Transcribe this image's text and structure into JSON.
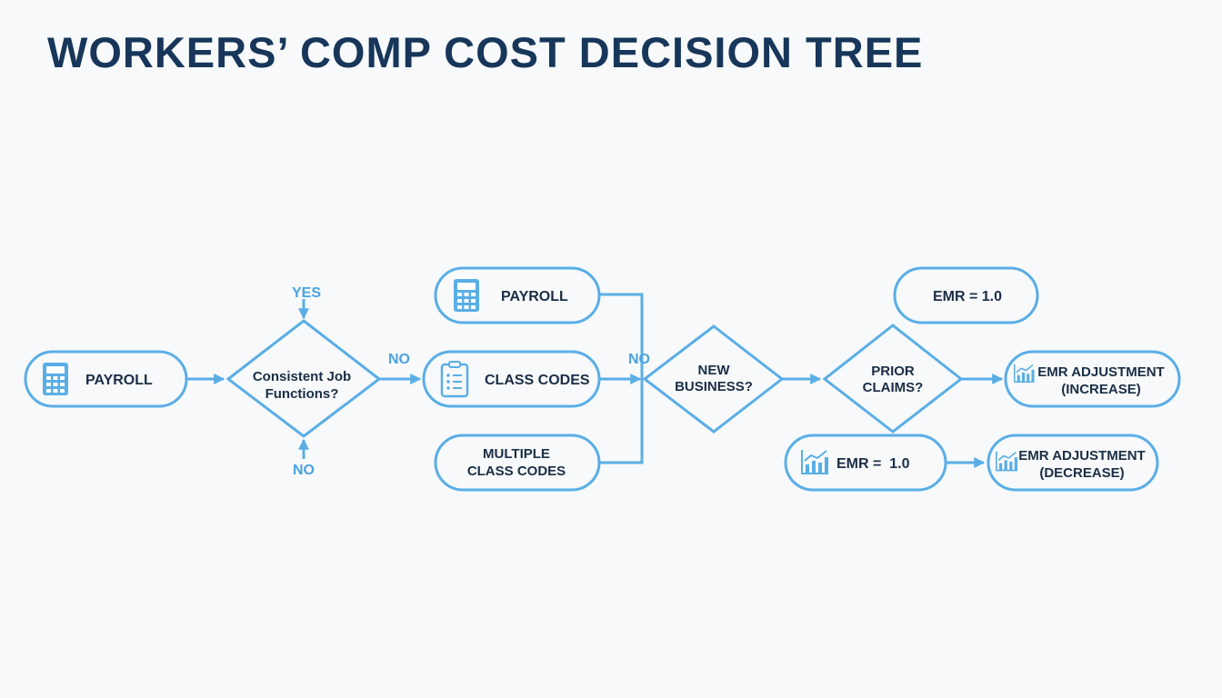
{
  "title": "WORKERS’ COMP COST DECISION TREE",
  "colors": {
    "line": "#5aaee6",
    "title": "#17365a",
    "text": "#1b2e45",
    "label": "#4aa3e0"
  },
  "nodes": {
    "payroll_start": {
      "label": "PAYROLL",
      "icon": "calculator-icon"
    },
    "consistent_job": {
      "line1": "Consistent Job",
      "line2": "Functions?"
    },
    "payroll_top": {
      "label": "PAYROLL",
      "icon": "calculator-icon"
    },
    "class_codes": {
      "label": "CLASS CODES",
      "icon": "clipboard-list-icon"
    },
    "multiple_class_codes": {
      "line1": "MULTIPLE",
      "line2": "CLASS CODES"
    },
    "new_business": {
      "line1": "NEW",
      "line2": "BUSINESS?"
    },
    "emr_top": {
      "label": "EMR = 1.0"
    },
    "prior_claims": {
      "line1": "PRIOR",
      "line2": "CLAIMS?"
    },
    "emr_increase": {
      "line1": "EMR ADJUSTMENT",
      "line2": "(INCREASE)",
      "icon": "bar-chart-trend-icon"
    },
    "emr_mid": {
      "label": "EMR =  1.0",
      "icon": "bar-chart-trend-icon"
    },
    "emr_decrease": {
      "line1": "EMR ADJUSTMENT",
      "line2": "(DECREASE)",
      "icon": "bar-chart-trend-icon"
    }
  },
  "edge_labels": {
    "yes_top": "YES",
    "no_bottom": "NO",
    "no_right": "NO",
    "no_merge": "NO"
  }
}
